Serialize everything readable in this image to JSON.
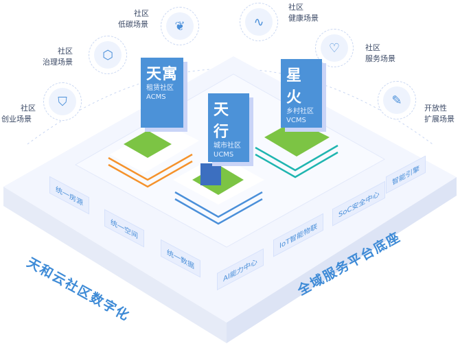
{
  "scenarios": [
    {
      "line1": "社区",
      "line2": "创业场景",
      "icon": "certificate-icon"
    },
    {
      "line1": "社区",
      "line2": "治理场景",
      "icon": "hexagon-icon"
    },
    {
      "line1": "社区",
      "line2": "低碳场景",
      "icon": "leaf-icon"
    },
    {
      "line1": "社区",
      "line2": "健康场景",
      "icon": "heartbeat-icon"
    },
    {
      "line1": "社区",
      "line2": "服务场景",
      "icon": "heart-hand-icon"
    },
    {
      "line1": "开放性",
      "line2": "扩展场景",
      "icon": "edit-icon"
    }
  ],
  "products": [
    {
      "title": "天寓",
      "sub": "租赁社区",
      "code": "ACMS",
      "color": "#f5922b"
    },
    {
      "title": "天行",
      "sub": "城市社区",
      "code": "UCMS",
      "color": "#4a8fd9"
    },
    {
      "title": "星火",
      "sub": "乡村社区",
      "code": "VCMS",
      "color": "#1fb5b0"
    }
  ],
  "left_tiles": [
    "统一房源",
    "统一空间",
    "统一数据"
  ],
  "right_tiles": [
    "AI能力中心",
    "IoT智能物联",
    "SoC安全中心",
    "智能引擎"
  ],
  "left_title": "天和云社区数字化",
  "right_title": "全域服务平台底座"
}
